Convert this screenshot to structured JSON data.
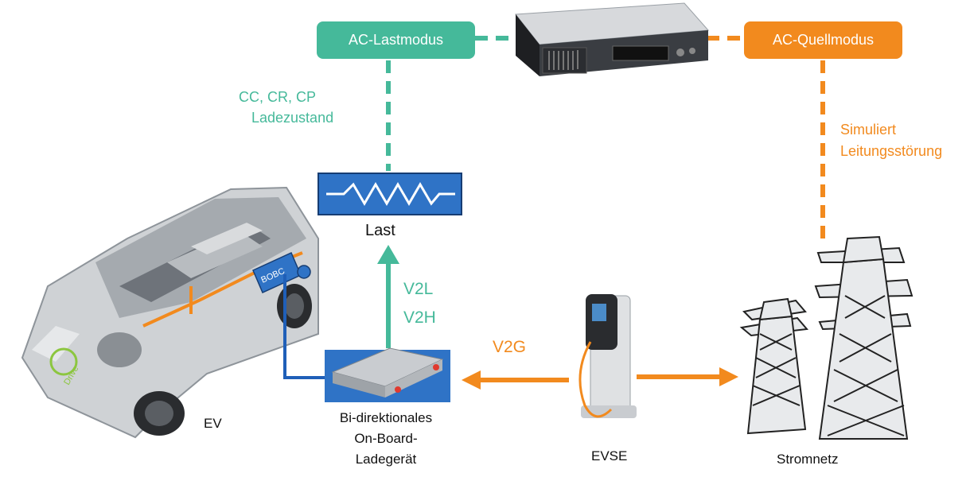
{
  "colors": {
    "teal": "#45b99a",
    "orange": "#f28a1e",
    "blue_box": "#2f73c6",
    "blue_line": "#1f5fb8",
    "dark_text": "#111111"
  },
  "ac_load_mode": "AC-Lastmodus",
  "ac_source_mode": "AC-Quellmodus",
  "load_params_line1": "CC, CR, CP",
  "load_params_line2": "Ladezustand",
  "simulates_line1": "Simuliert",
  "simulates_line2": "Leitungsstörung",
  "load_label": "Last",
  "v2l": "V2L",
  "v2h": "V2H",
  "v2g": "V2G",
  "ev_label": "EV",
  "charger_label_line1": "Bi-direktionales",
  "charger_label_line2": "On-Board-",
  "charger_label_line3": "Ladegerät",
  "evse_label": "EVSE",
  "grid_label": "Stromnetz",
  "bobc_label": "BOBC",
  "car_logo_text": "Drive",
  "icons": [
    "resistor-icon",
    "power-supply-device",
    "ev-car-illustration",
    "charger-module",
    "evse-charging-station",
    "power-tower-icon"
  ]
}
